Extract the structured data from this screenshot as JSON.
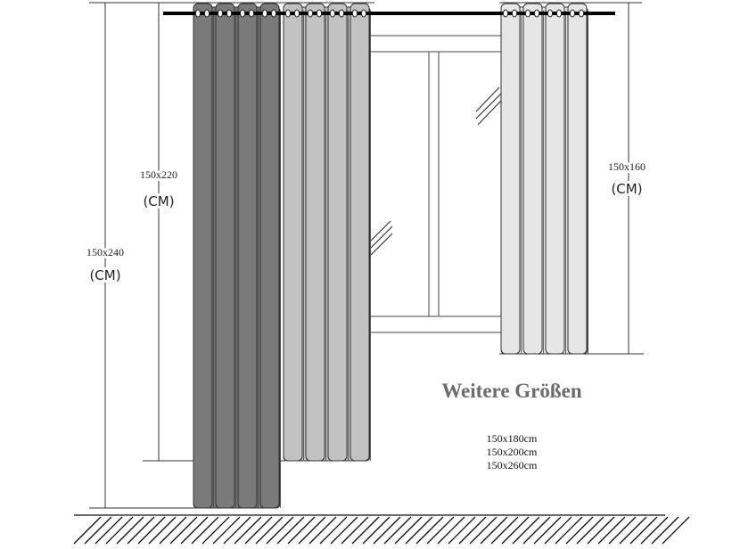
{
  "labels": {
    "left_size": "150x240",
    "left_unit": "(CM)",
    "middle_size": "150x220",
    "middle_unit": "(CM)",
    "right_size": "150x160",
    "right_unit": "(CM)"
  },
  "more_sizes": {
    "title": "Weitere Größen",
    "items": [
      "150x180cm",
      "150x200cm",
      "150x260cm"
    ]
  },
  "colors": {
    "dark_curtain": "#7a7a7a",
    "medium_curtain": "#c2c2c2",
    "light_curtain": "#e6e6e6",
    "title_text": "#6b6b6b"
  }
}
